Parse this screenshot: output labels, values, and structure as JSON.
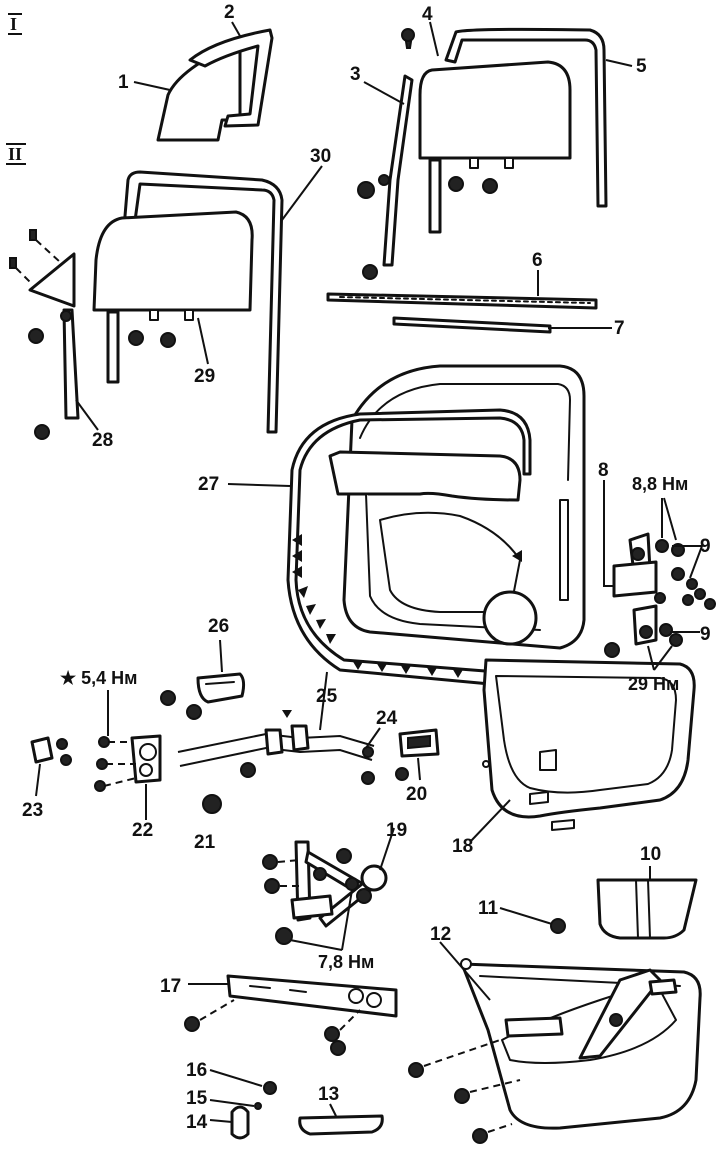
{
  "section_marks": {
    "top": "I",
    "second": "II"
  },
  "callouts": {
    "c1": "1",
    "c2": "2",
    "c3": "3",
    "c4": "4",
    "c5": "5",
    "c6": "6",
    "c7": "7",
    "c8": "8",
    "c9a": "9",
    "c9b": "9",
    "c10": "10",
    "c11": "11",
    "c12": "12",
    "c13": "13",
    "c14": "14",
    "c15": "15",
    "c16": "16",
    "c17": "17",
    "c18": "18",
    "c19": "19",
    "c20": "20",
    "c21": "21",
    "c22": "22",
    "c23": "23",
    "c24": "24",
    "c25": "25",
    "c26": "26",
    "c27": "27",
    "c28": "28",
    "c29": "29",
    "c30": "30"
  },
  "torques": {
    "hinge_upper": "8,8 Нм",
    "hinge_lower": "29 Нм",
    "latch": "★ 5,4 Нм",
    "regulator": "7,8 Нм"
  }
}
